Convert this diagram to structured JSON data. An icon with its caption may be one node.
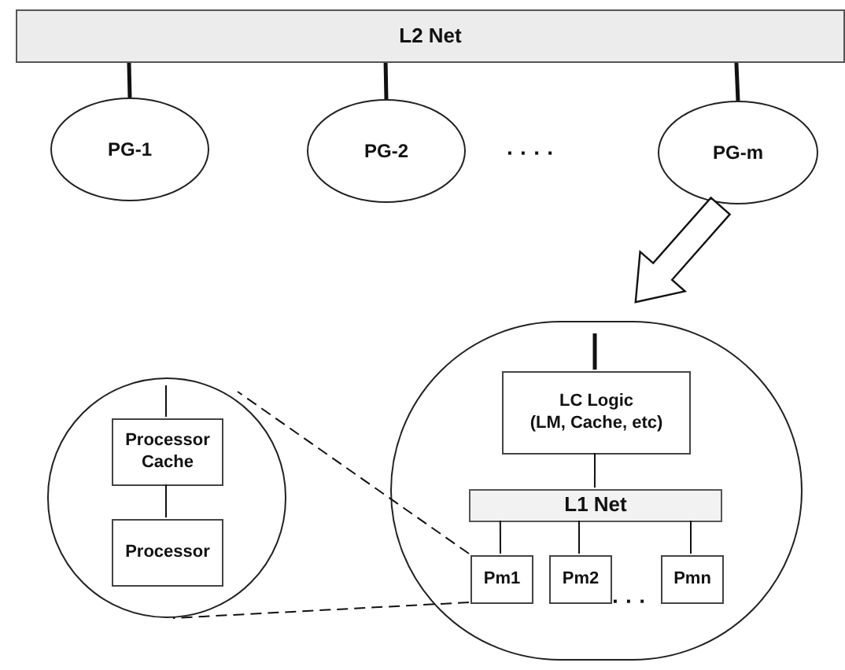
{
  "diagram": {
    "nodes": [
      {
        "text": [
          "L2 Net"
        ]
      },
      {
        "text": [
          "PG-1"
        ]
      },
      {
        "text": [
          "PG-2"
        ]
      },
      {
        "text": [
          "PG-m"
        ]
      },
      {
        "text": [],
        "shape": "circle"
      },
      {
        "text": [
          "LC Logic",
          "(LM, Cache, etc)"
        ],
        "in": 4
      },
      {
        "text": [
          "L1 Net"
        ],
        "in": 4
      },
      {
        "text": [
          "Pm1"
        ],
        "in": 4
      },
      {
        "text": [
          "Pm2"
        ],
        "in": 4
      },
      {
        "text": [
          "Pmn"
        ],
        "in": 4
      },
      {
        "text": [],
        "shape": "circle"
      },
      {
        "text": [
          "Processor Cache"
        ],
        "in": 10
      },
      {
        "text": [
          "Processor"
        ],
        "in": 10
      }
    ],
    "edges": [
      {
        "from": 0,
        "to": 1,
        "arrow": "none",
        "style": "thick"
      },
      {
        "from": 0,
        "to": 2,
        "arrow": "none",
        "style": "thick"
      },
      {
        "from": 0,
        "to": 3,
        "arrow": "none",
        "style": "thick"
      },
      {
        "from": 3,
        "to": 4,
        "arrow": "to",
        "style": "thick"
      },
      {
        "from": null,
        "to": 5,
        "arrow": "none",
        "style": "thick"
      },
      {
        "from": 5,
        "to": 6,
        "arrow": "none"
      },
      {
        "from": 6,
        "to": 7,
        "arrow": "none"
      },
      {
        "from": 6,
        "to": 8,
        "arrow": "none"
      },
      {
        "from": 6,
        "to": 9,
        "arrow": "none"
      },
      {
        "from": null,
        "to": 11,
        "arrow": "none"
      },
      {
        "from": 11,
        "to": 12,
        "arrow": "none"
      },
      {
        "from": 7,
        "to": 10,
        "arrow": "none",
        "style": "dashed"
      },
      {
        "from": 7,
        "to": 10,
        "arrow": "none",
        "style": "dashed"
      }
    ],
    "labels": [
      "· · · ·",
      "· · ·"
    ]
  }
}
